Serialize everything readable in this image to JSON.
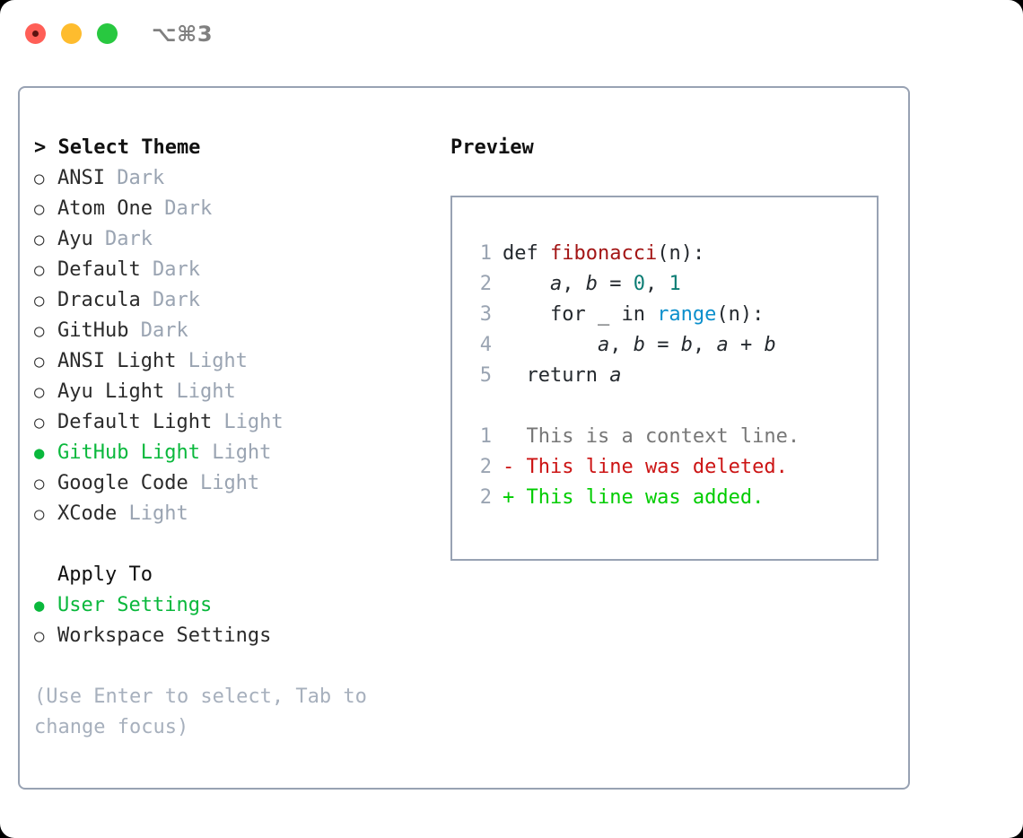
{
  "window": {
    "shortcut": "⌥⌘3",
    "traffic_lights": [
      {
        "name": "close",
        "color": "#ff5f57"
      },
      {
        "name": "minimize",
        "color": "#febc2e"
      },
      {
        "name": "maximize",
        "color": "#28c840"
      }
    ],
    "border_color": "#98a2b3",
    "accent_color": "#0ab83c"
  },
  "theme_list": {
    "header": "> Select Theme",
    "items": [
      {
        "marker": "○",
        "name": "ANSI",
        "kind": "Dark",
        "selected": false
      },
      {
        "marker": "○",
        "name": "Atom One",
        "kind": "Dark",
        "selected": false
      },
      {
        "marker": "○",
        "name": "Ayu",
        "kind": "Dark",
        "selected": false
      },
      {
        "marker": "○",
        "name": "Default",
        "kind": "Dark",
        "selected": false
      },
      {
        "marker": "○",
        "name": "Dracula",
        "kind": "Dark",
        "selected": false
      },
      {
        "marker": "○",
        "name": "GitHub",
        "kind": "Dark",
        "selected": false
      },
      {
        "marker": "○",
        "name": "ANSI Light",
        "kind": "Light",
        "selected": false
      },
      {
        "marker": "○",
        "name": "Ayu Light",
        "kind": "Light",
        "selected": false
      },
      {
        "marker": "○",
        "name": "Default Light",
        "kind": "Light",
        "selected": false
      },
      {
        "marker": "●",
        "name": "GitHub Light",
        "kind": "Light",
        "selected": true
      },
      {
        "marker": "○",
        "name": "Google Code",
        "kind": "Light",
        "selected": false
      },
      {
        "marker": "○",
        "name": "XCode",
        "kind": "Light",
        "selected": false
      }
    ]
  },
  "apply_to": {
    "header": "Apply To",
    "items": [
      {
        "marker": "●",
        "name": "User Settings",
        "selected": true
      },
      {
        "marker": "○",
        "name": "Workspace Settings",
        "selected": false
      }
    ]
  },
  "hint": "(Use Enter to select, Tab to change focus)",
  "preview": {
    "title": "Preview",
    "code": [
      {
        "lineno": "1",
        "parts": [
          {
            "text": "def ",
            "style": "kw"
          },
          {
            "text": "fibonacci",
            "style": "fn"
          },
          {
            "text": "(n):",
            "style": "plain"
          }
        ]
      },
      {
        "lineno": "2",
        "parts": [
          {
            "text": "    ",
            "style": "plain"
          },
          {
            "text": "a",
            "style": "var"
          },
          {
            "text": ", ",
            "style": "plain"
          },
          {
            "text": "b",
            "style": "var"
          },
          {
            "text": " = ",
            "style": "plain"
          },
          {
            "text": "0",
            "style": "num"
          },
          {
            "text": ", ",
            "style": "plain"
          },
          {
            "text": "1",
            "style": "num"
          }
        ]
      },
      {
        "lineno": "3",
        "parts": [
          {
            "text": "    for _ in ",
            "style": "plain"
          },
          {
            "text": "range",
            "style": "call"
          },
          {
            "text": "(n):",
            "style": "plain"
          }
        ]
      },
      {
        "lineno": "4",
        "parts": [
          {
            "text": "        ",
            "style": "plain"
          },
          {
            "text": "a",
            "style": "var"
          },
          {
            "text": ", ",
            "style": "plain"
          },
          {
            "text": "b",
            "style": "var"
          },
          {
            "text": " = ",
            "style": "plain"
          },
          {
            "text": "b",
            "style": "var"
          },
          {
            "text": ", ",
            "style": "plain"
          },
          {
            "text": "a",
            "style": "var"
          },
          {
            "text": " + ",
            "style": "plain"
          },
          {
            "text": "b",
            "style": "var"
          }
        ]
      },
      {
        "lineno": "5",
        "parts": [
          {
            "text": "  return ",
            "style": "plain"
          },
          {
            "text": "a",
            "style": "var"
          }
        ]
      }
    ],
    "diff": [
      {
        "lineno": "1",
        "text": "  This is a context line.",
        "kind": "context"
      },
      {
        "lineno": "2",
        "text": "- This line was deleted.",
        "kind": "deleted"
      },
      {
        "lineno": "2",
        "text": "+ This line was added.",
        "kind": "added"
      }
    ]
  }
}
